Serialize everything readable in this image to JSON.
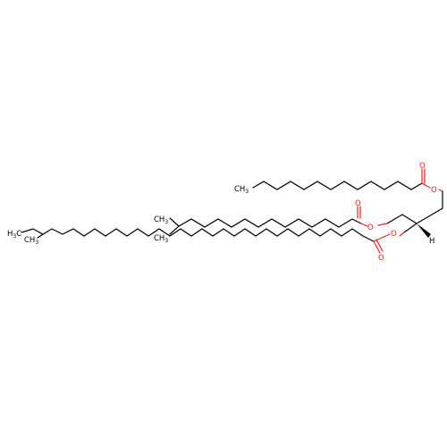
{
  "molecule": {
    "atom_labels": {
      "o_ester1": "O",
      "o_carbonyl1": "O",
      "o_ester2": "O",
      "o_carbonyl2": "O",
      "o_ester3": "O",
      "o_carbonyl3": "O",
      "h_stereo": "H",
      "ch3_top": "CH3",
      "ch3_iso_a": "CH3",
      "ch3_iso_b": "CH3",
      "ch3_anteiso_ethyl": "H3C",
      "ch3_anteiso_branch": "CH3"
    },
    "colors": {
      "carbon": "#000000",
      "oxygen": "#e8231c",
      "background": "#ffffff"
    }
  }
}
